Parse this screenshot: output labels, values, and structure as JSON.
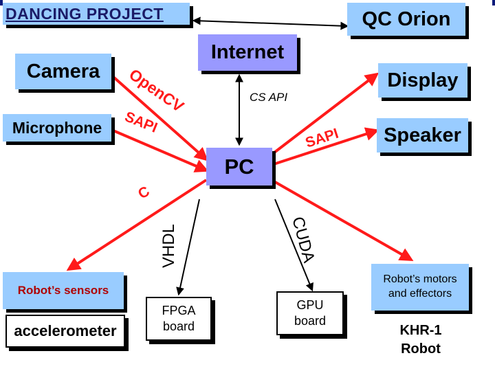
{
  "nodes": {
    "dancing_project": "DANCING PROJECT",
    "qc_orion": "QC Orion",
    "internet": "Internet",
    "camera": "Camera",
    "display": "Display",
    "microphone": "Microphone",
    "speaker": "Speaker",
    "pc": "PC",
    "robot_sensors": "Robot’s sensors",
    "accelerometer": "accelerometer",
    "fpga_board": "FPGA board",
    "gpu_board": "GPU board",
    "robot_motors": "Robot’s motors and effectors",
    "khr1_robot": "KHR-1 Robot"
  },
  "edge_labels": {
    "opencv": "OpenCV",
    "sapi_left": "SAPI",
    "cs_api": "CS API",
    "sapi_right": "SAPI",
    "c": "C",
    "vhdl": "VHDL",
    "cuda": "CUDA"
  },
  "colors": {
    "blue_box": "#99ccff",
    "purple_box": "#9999ff",
    "arrow_red": "#ff1a1a",
    "label_red": "#ff1a1a",
    "dark_blue": "#0a1a7a"
  }
}
